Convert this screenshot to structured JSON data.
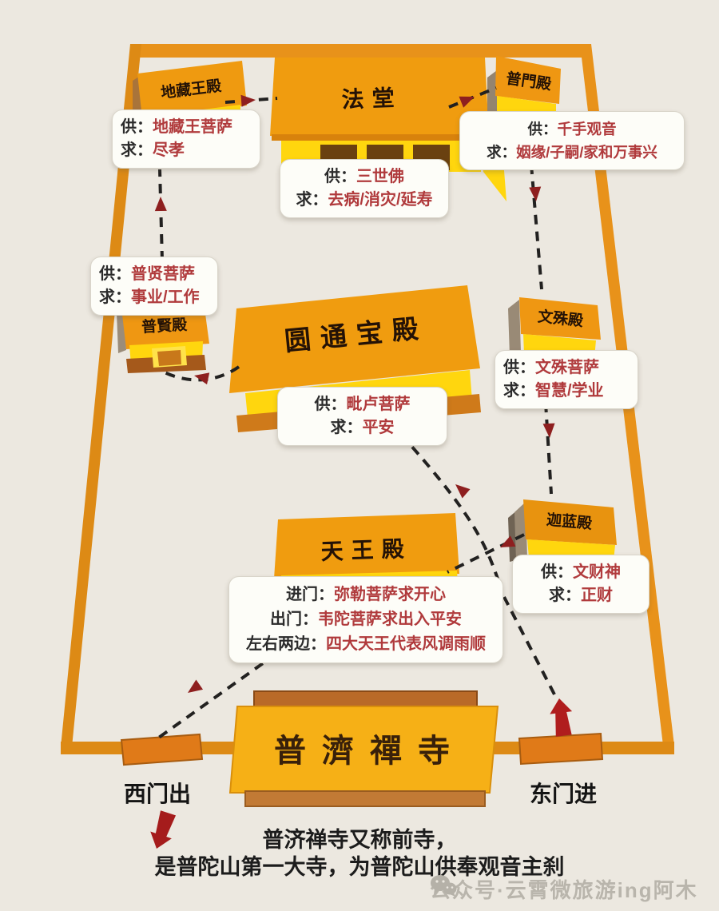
{
  "halls": {
    "dizang": "地藏王殿",
    "fatang": "法堂",
    "pumen": "普門殿",
    "puxian": "普賢殿",
    "yuantong": "圆通宝殿",
    "wenshu": "文殊殿",
    "qielan": "迦蓝殿",
    "tianwang": "天王殿",
    "temple_gate": "普濟禪寺"
  },
  "cards": {
    "dizang": {
      "gong": "供：",
      "gongv": "地藏王菩萨",
      "qiu": "求：",
      "qiuv": "尽孝"
    },
    "fatang": {
      "gong": "供：",
      "gongv": "三世佛",
      "qiu": "求：",
      "qiuv": "去病/消灾/延寿"
    },
    "pumen": {
      "gong": "供：",
      "gongv": "千手观音",
      "qiu": "求：",
      "qiuv": "姻缘/子嗣/家和万事兴"
    },
    "puxian": {
      "gong": "供：",
      "gongv": "普贤菩萨",
      "qiu": "求：",
      "qiuv": "事业/工作"
    },
    "yuantong": {
      "gong": "供：",
      "gongv": "毗卢菩萨",
      "qiu": "求：",
      "qiuv": "平安"
    },
    "wenshu": {
      "gong": "供：",
      "gongv": "文殊菩萨",
      "qiu": "求：",
      "qiuv": "智慧/学业"
    },
    "qielan": {
      "gong": "供：",
      "gongv": "文财神",
      "qiu": "求：",
      "qiuv": "正财"
    },
    "tianwang": {
      "l1p": "进门：",
      "l1v": "弥勒菩萨求开心",
      "l2p": "出门：",
      "l2v": "韦陀菩萨求出入平安",
      "l3p": "左右两边：",
      "l3v": "四大天王代表风调雨顺"
    }
  },
  "gates": {
    "west_label": "西门出",
    "east_label": "东门进"
  },
  "footer": {
    "line1": "普济禅寺又称前寺，",
    "line2": "是普陀山第一大寺，为普陀山供奉观音主刹"
  },
  "watermark": {
    "text": "公众号·云霄微旅游ing阿木",
    "icon": "wechat-icon"
  },
  "colors": {
    "background": "#ece8e0",
    "wall": "#e8921a",
    "roof": "#f09c0f",
    "yellow": "#ffd60e",
    "gate_block": "#e07a18",
    "card_value_red": "#b03a3c",
    "dash": "#222120",
    "arrowhead_red": "#8e1f1f",
    "solid_arrow_red": "#b01d1d"
  }
}
